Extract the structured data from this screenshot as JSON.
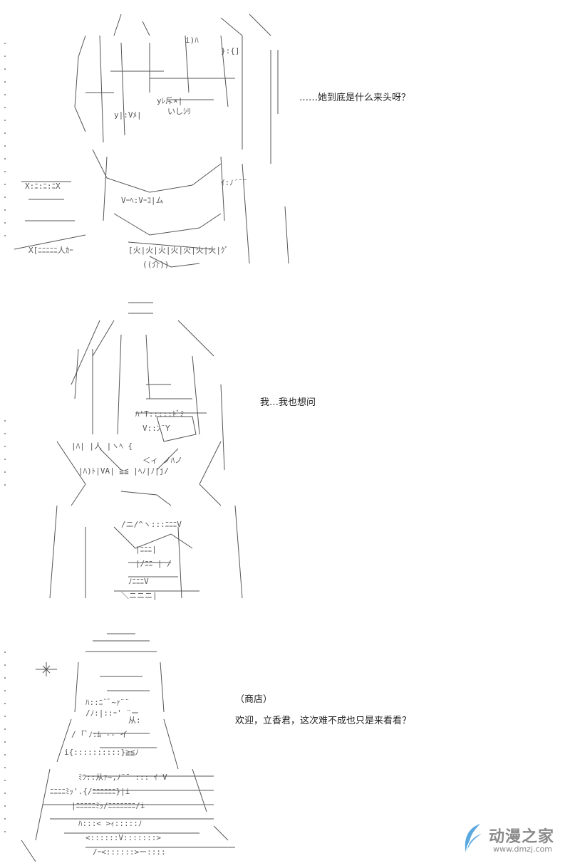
{
  "panels": [
    {
      "speech": "……她到底是什么来头呀？"
    },
    {
      "speech": "我…我也想问"
    },
    {
      "shop_label": "（商店）",
      "speech": "欢迎，立香君，这次难不成也只是来看看？"
    }
  ],
  "watermark": {
    "name": "动漫之家",
    "url": "www.dmzj.com",
    "color": "#8a8a8a",
    "accent": "#5aa8e0"
  }
}
